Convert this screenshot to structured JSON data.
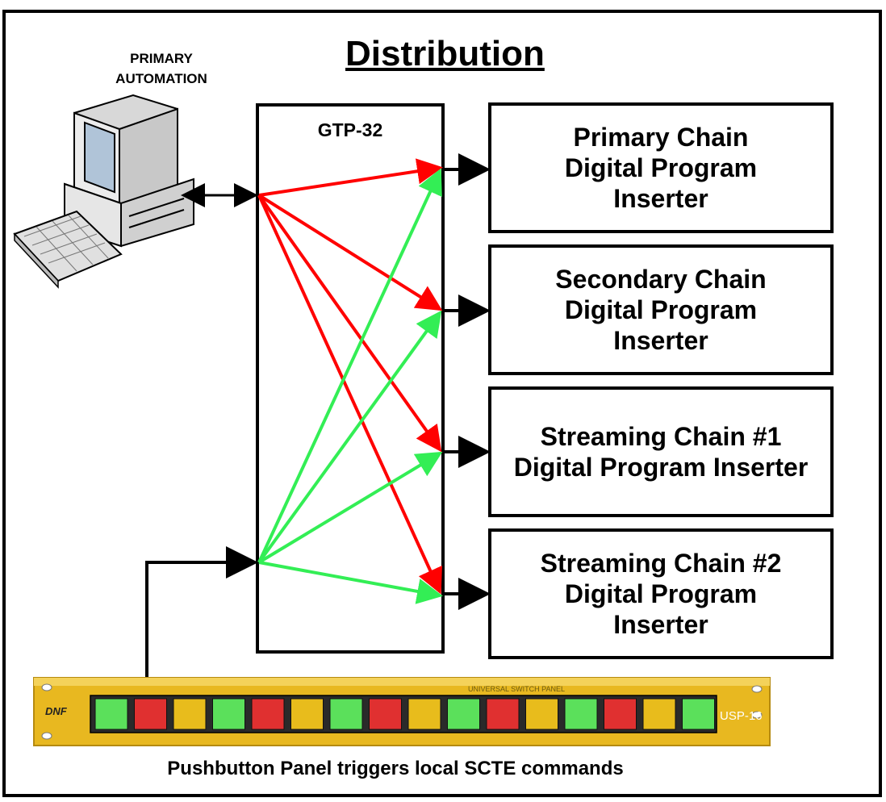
{
  "title": "Distribution",
  "automation_label_line1": "PRIMARY",
  "automation_label_line2": "AUTOMATION",
  "router_label": "GTP-32",
  "destinations": [
    {
      "label": "Primary Chain\nDigital Program\nInserter"
    },
    {
      "label": "Secondary Chain\nDigital Program\nInserter"
    },
    {
      "label": "Streaming Chain #1\nDigital Program Inserter"
    },
    {
      "label": "Streaming Chain #2\nDigital Program\nInserter"
    }
  ],
  "panel": {
    "header_text": "UNIVERSAL SWITCH PANEL",
    "model_text": "USP-16",
    "brand_text": "DNF",
    "button_colors": [
      "#5be05b",
      "#e03030",
      "#e8bc1c",
      "#5be05b",
      "#e03030",
      "#e8bc1c",
      "#5be05b",
      "#e03030",
      "#e8bc1c",
      "#5be05b",
      "#e03030",
      "#e8bc1c",
      "#5be05b",
      "#e03030",
      "#e8bc1c",
      "#5be05b"
    ]
  },
  "caption": "Pushbutton Panel triggers local SCTE commands",
  "colors": {
    "red_route": "#ff0000",
    "green_route": "#33ee55",
    "panel_body": "#e8b820"
  }
}
